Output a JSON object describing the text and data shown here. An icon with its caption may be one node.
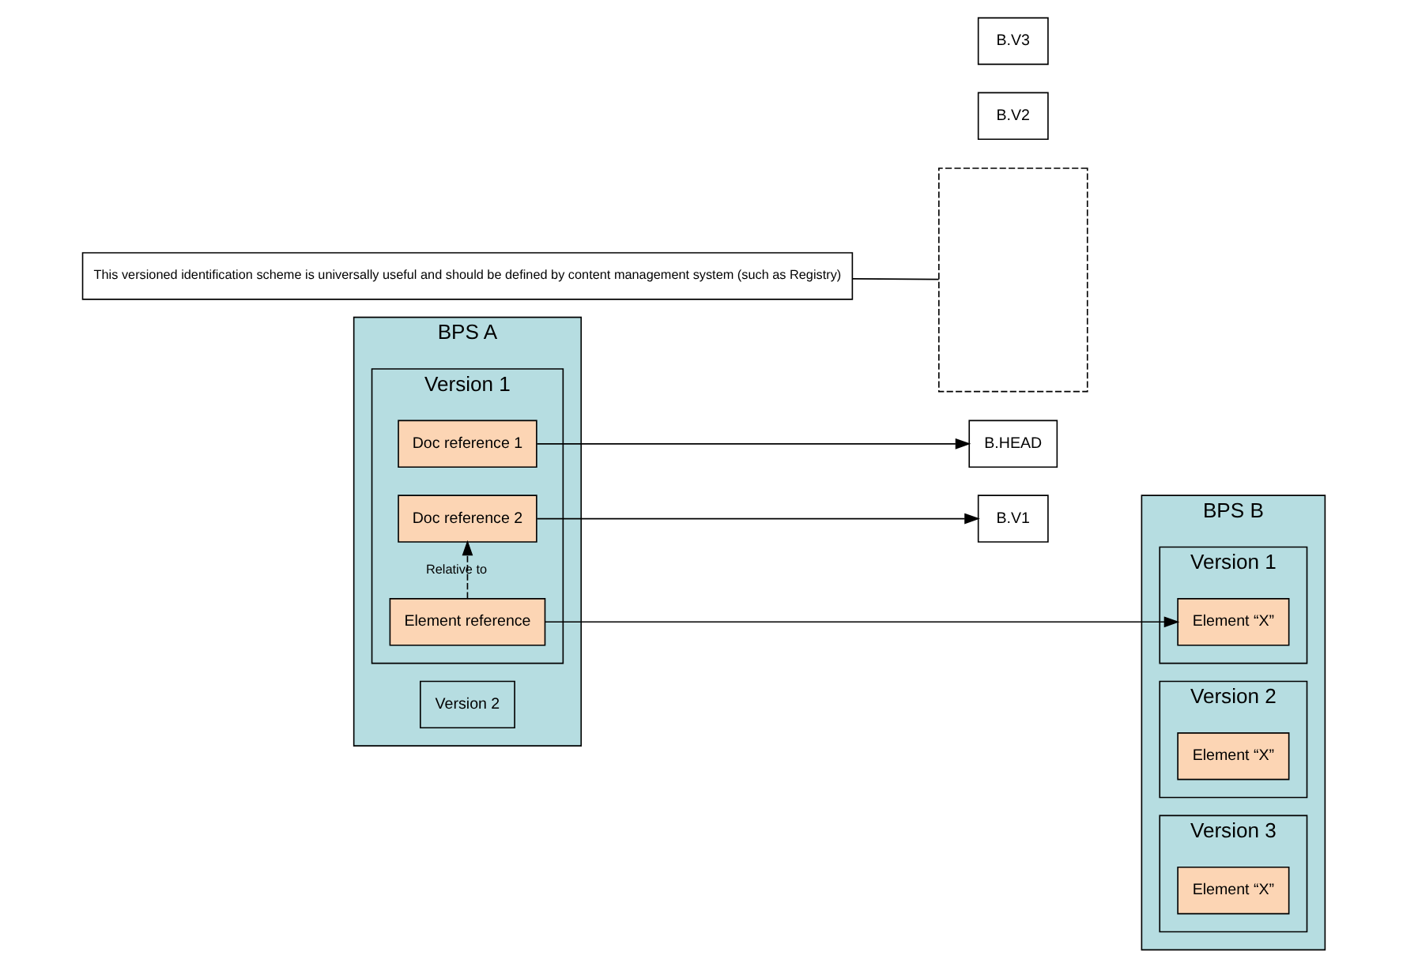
{
  "diagram": {
    "nodes": [
      {
        "text": [
          "BPS A"
        ]
      },
      {
        "text": [
          "Version 1"
        ],
        "in": 0
      },
      {
        "text": [
          "Doc reference 1"
        ],
        "in": 1
      },
      {
        "text": [
          "Doc reference 2"
        ],
        "in": 1
      },
      {
        "text": [
          "Element reference"
        ],
        "in": 1
      },
      {
        "text": [
          "Version 2"
        ],
        "in": 0
      },
      {
        "text": [
          "This versioned identification scheme is universally useful and should be defined by content management system (such as Registry)"
        ]
      },
      {
        "text": [],
        "shape": "box"
      },
      {
        "text": [
          "B.HEAD"
        ]
      },
      {
        "text": [
          "B.V1"
        ]
      },
      {
        "text": [
          "B.V2"
        ]
      },
      {
        "text": [
          "B.V3"
        ]
      },
      {
        "text": [
          "BPS B"
        ]
      },
      {
        "text": [
          "Version 1"
        ],
        "in": 12
      },
      {
        "text": [
          "Element “X”"
        ],
        "in": 13
      },
      {
        "text": [
          "Version 2"
        ],
        "in": 12
      },
      {
        "text": [
          "Element “X”"
        ],
        "in": 15
      },
      {
        "text": [
          "Version 3"
        ],
        "in": 12
      },
      {
        "text": [
          "Element “X”"
        ],
        "in": 17
      }
    ],
    "edges": [
      {
        "from": 2,
        "to": 8,
        "arrow": "to"
      },
      {
        "from": 3,
        "to": 9,
        "arrow": "to"
      },
      {
        "from": 4,
        "to": 14,
        "arrow": "to"
      },
      {
        "from": 4,
        "to": 3,
        "arrow": "to",
        "label": "Relative to",
        "style": "dashed"
      },
      {
        "from": 6,
        "to": 7,
        "arrow": "none"
      }
    ]
  }
}
